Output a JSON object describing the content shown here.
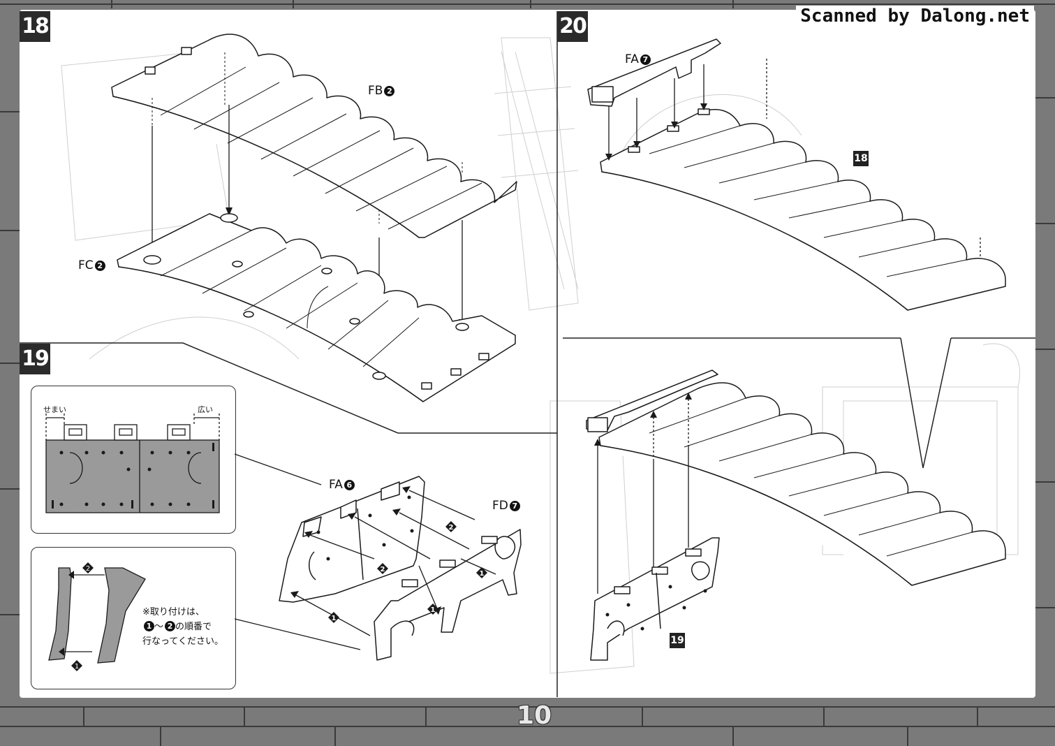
{
  "watermark": "Scanned by Dalong.net",
  "page_number": "10",
  "steps": [
    {
      "number": "18",
      "parts": [
        {
          "code": "FB",
          "num": "2"
        },
        {
          "code": "FC",
          "num": "2"
        }
      ]
    },
    {
      "number": "19",
      "parts": [
        {
          "code": "FA",
          "num": "6"
        },
        {
          "code": "FD",
          "num": "7"
        }
      ]
    },
    {
      "number": "20",
      "parts": [
        {
          "code": "FA",
          "num": "7"
        }
      ]
    }
  ],
  "inset_top": {
    "narrow_label": "せまい",
    "wide_label": "広い"
  },
  "inset_bottom": {
    "arrow_label_top": "2",
    "arrow_label_bottom": "1",
    "note_line1": "※取り付けは、",
    "note_line2_prefix": "1",
    "note_line2_tilde": "～",
    "note_line2_num": "2",
    "note_line2_suffix": "の順番で",
    "note_line3": "行なってください。"
  },
  "assembly_arrows": {
    "one": "1",
    "two": "2"
  },
  "step_refs": {
    "ref_18": "18",
    "ref_19": "19"
  },
  "colors": {
    "frame": "#6a6a6a",
    "panel": "#ffffff",
    "ink": "#1a1a1a",
    "badge": "#2b2b2b"
  }
}
